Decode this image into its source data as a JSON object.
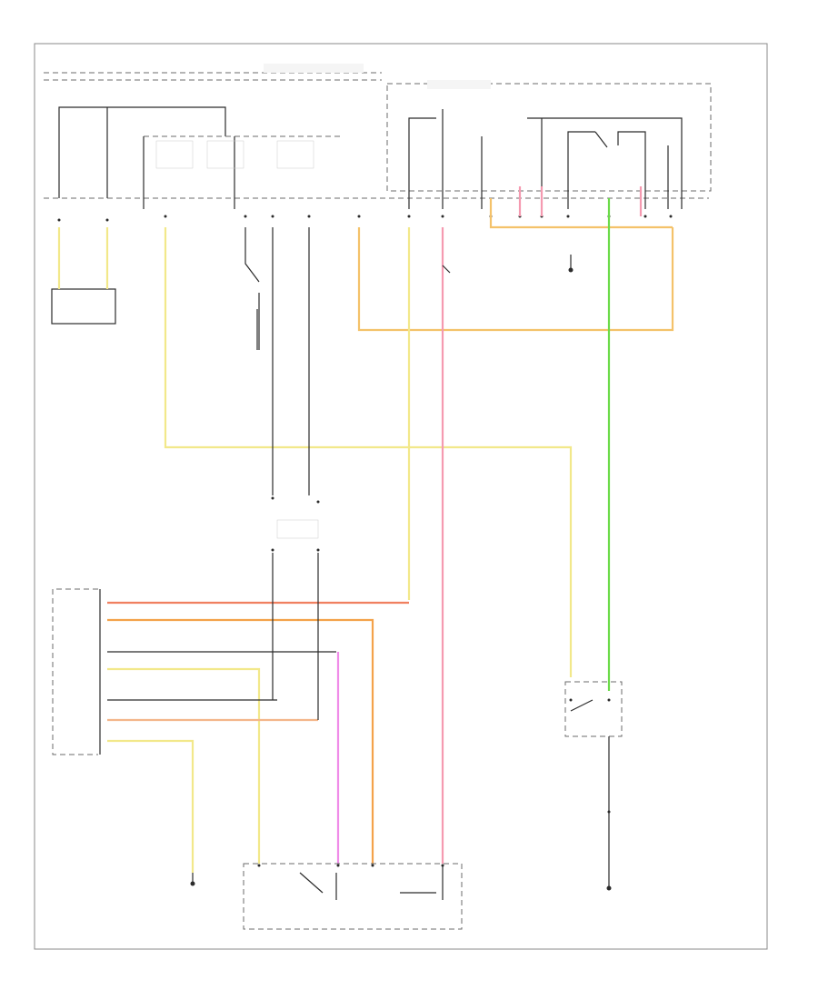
{
  "diagram": {
    "page_id": "",
    "colors": {
      "yellow": "#f2e88a",
      "orange": "#f4a24a",
      "salmon": "#f08060",
      "pink": "#f59ab0",
      "magenta": "#f08ce8",
      "green": "#6cdb4a",
      "outline": "#2b2b2b",
      "frame": "#888888"
    },
    "components": [
      {
        "id": "cluster",
        "label": ""
      },
      {
        "id": "shift-interlock",
        "label": ""
      },
      {
        "id": "brake-switch",
        "label": ""
      },
      {
        "id": "fuse-box",
        "label": ""
      },
      {
        "id": "ground-g1",
        "label": ""
      },
      {
        "id": "ground-g2",
        "label": ""
      },
      {
        "id": "ground-g3",
        "label": ""
      }
    ]
  }
}
